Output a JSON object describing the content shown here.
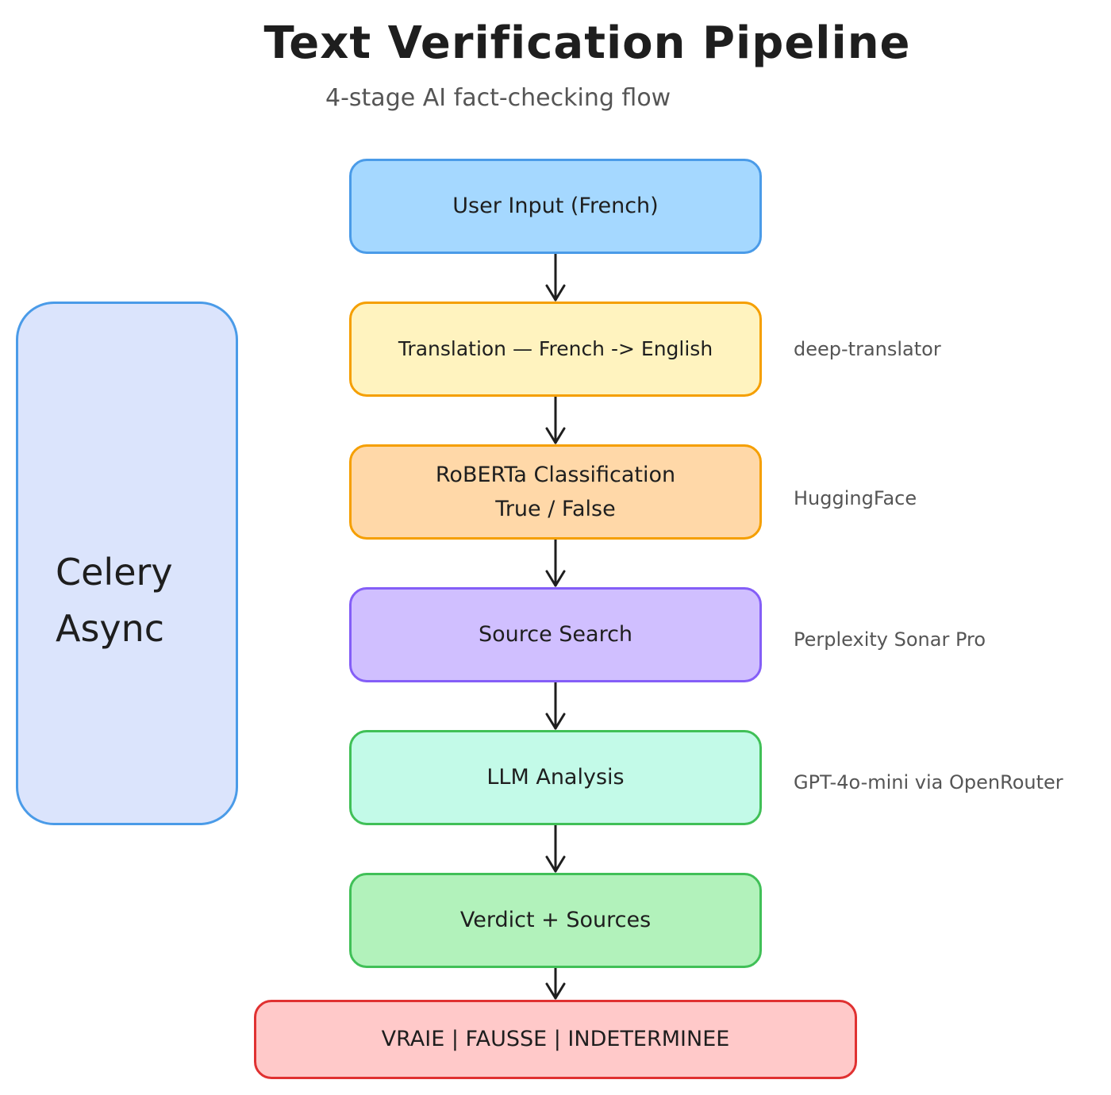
{
  "title": "Text Verification Pipeline",
  "subtitle": "4-stage AI fact-checking flow",
  "side_panel": {
    "line1": "Celery",
    "line2": "Async",
    "fill": "#dbe4fc",
    "stroke": "#4a9be8"
  },
  "stages": [
    {
      "line1": "User Input (French)",
      "line2": "",
      "note": "",
      "fill": "#a5d8ff",
      "stroke": "#4a9be8"
    },
    {
      "line1": "Translation — French -> English",
      "line2": "",
      "note": "deep-translator",
      "fill": "#fff3bf",
      "stroke": "#f59f00"
    },
    {
      "line1": "RoBERTa Classification",
      "line2": "True / False",
      "note": "HuggingFace",
      "fill": "#ffd8a8",
      "stroke": "#f59f00"
    },
    {
      "line1": "Source Search",
      "line2": "",
      "note": "Perplexity Sonar Pro",
      "fill": "#d0bfff",
      "stroke": "#845ef7"
    },
    {
      "line1": "LLM Analysis",
      "line2": "",
      "note": "GPT-4o-mini via OpenRouter",
      "fill": "#c3fae8",
      "stroke": "#40c057"
    },
    {
      "line1": "Verdict + Sources",
      "line2": "",
      "note": "",
      "fill": "#b2f2bb",
      "stroke": "#40c057"
    }
  ],
  "outcome": {
    "label": "VRAIE | FAUSSE | INDETERMINEE",
    "fill": "#ffc9c9",
    "stroke": "#e03131"
  }
}
